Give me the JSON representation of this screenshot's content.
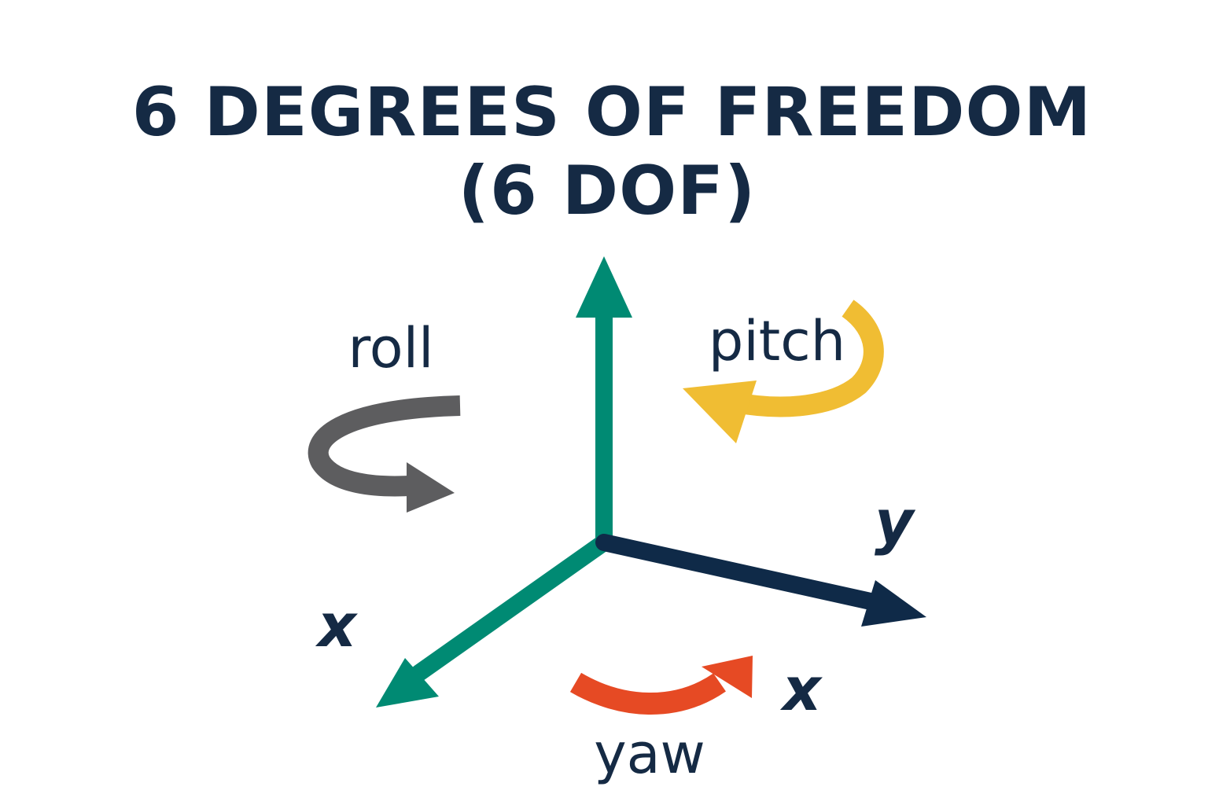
{
  "title": {
    "line1": "6 DEGREES OF FREEDOM",
    "line2": "(6 DOF)"
  },
  "axes": {
    "y_label": "y",
    "x_left_label": "x",
    "x_right_label": "x"
  },
  "rotations": {
    "roll": "roll",
    "pitch": "pitch",
    "yaw": "yaw"
  },
  "colors": {
    "title": "#152a44",
    "text": "#152a44",
    "vertical_axis": "#008a73",
    "x_axis": "#008a73",
    "y_axis": "#0f2a48",
    "roll_arrow": "#5d5d5f",
    "pitch_arrow": "#f0bd33",
    "yaw_arrow": "#e64a24"
  }
}
